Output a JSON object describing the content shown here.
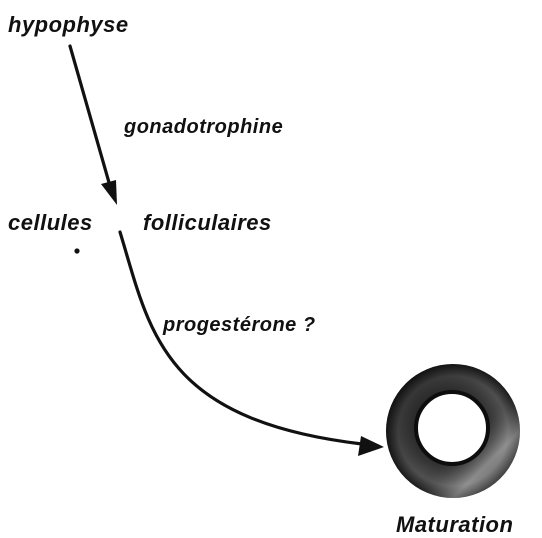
{
  "nodes": {
    "hypophyse": "hypophyse",
    "cellules": "cellules",
    "folliculaires": "folliculaires",
    "maturation": "Maturation"
  },
  "edges": {
    "gonadotrophine": "gonadotrophine",
    "progesterone": "progestérone ?"
  }
}
